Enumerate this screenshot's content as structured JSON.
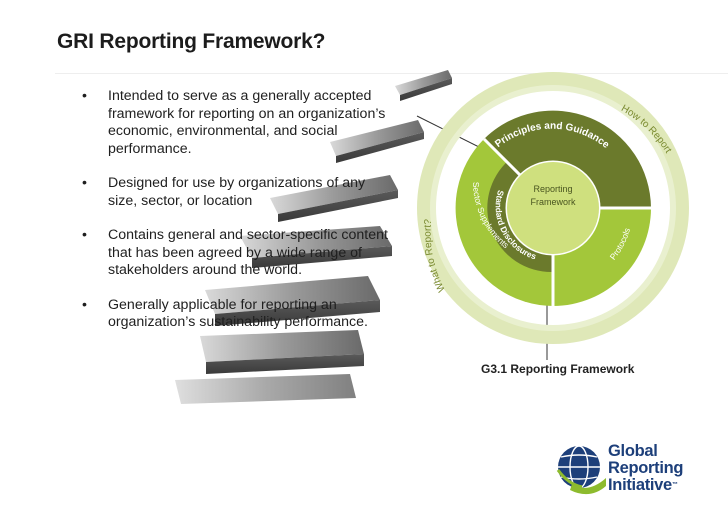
{
  "slide": {
    "title": "GRI Reporting Framework?",
    "bullets": [
      "Intended to serve as a generally accepted framework for reporting on an organization’s economic, environmental, and social performance.",
      "Designed for use by organizations of any size, sector, or location",
      "Contains general and sector-specific content that has been agreed by a wide range of stakeholders around the world.",
      "Generally applicable for reporting an organization’s sustainability performance."
    ],
    "bullet_glyph": "•"
  },
  "diagram": {
    "center_line1": "Reporting",
    "center_line2": "Framework",
    "segment_principles": "Principles and Guidance",
    "segment_disclosures": "Standard Disclosures",
    "segment_protocols": "Protocols",
    "segment_sector": "Sector Supplements",
    "outer_how": "How to Report",
    "outer_what": "What to Report?",
    "caption": "G3.1 Reporting Framework",
    "colors": {
      "dark_olive": "#6b7a2c",
      "lime": "#a3c73a",
      "light_lime": "#cfe07e",
      "ring": "#c5dd6e"
    }
  },
  "logo": {
    "line1": "Global",
    "line2": "Reporting",
    "line3": "Initiative",
    "tm": "™",
    "icon": "gri-globe-icon",
    "colors": {
      "navy": "#1d3f7a",
      "green": "#8dbb2e"
    }
  }
}
